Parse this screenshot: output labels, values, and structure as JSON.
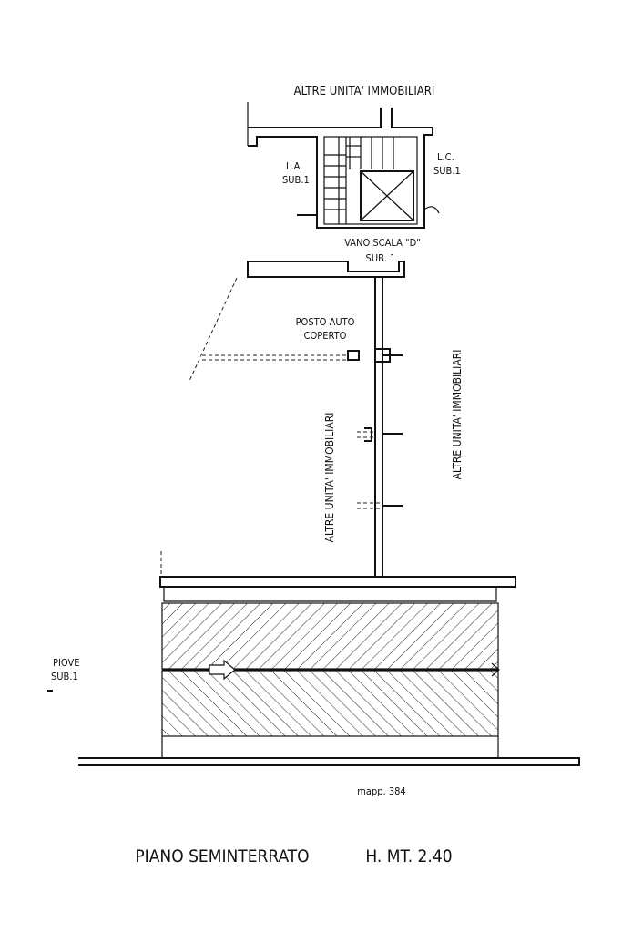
{
  "labels": {
    "altre_top": "ALTRE  UNITA'  IMMOBILIARI",
    "la": "L.A.",
    "la_sub": "SUB.1",
    "lc": "L.C.",
    "lc_sub": "SUB.1",
    "vano": "VANO SCALA \"D\"",
    "vano_sub": "SUB. 1",
    "posto1": "POSTO AUTO",
    "posto2": "COPERTO",
    "altre_left": "ALTRE   UNITA'   IMMOBILIARI",
    "altre_right": "ALTRE   UNITA'   IMMOBILIARI",
    "piove": "PIOVE",
    "piove_sub": "SUB.1",
    "mapp": "mapp. 384",
    "title": "PIANO SEMINTERRATO",
    "height": "H.  MT.  2.40"
  }
}
